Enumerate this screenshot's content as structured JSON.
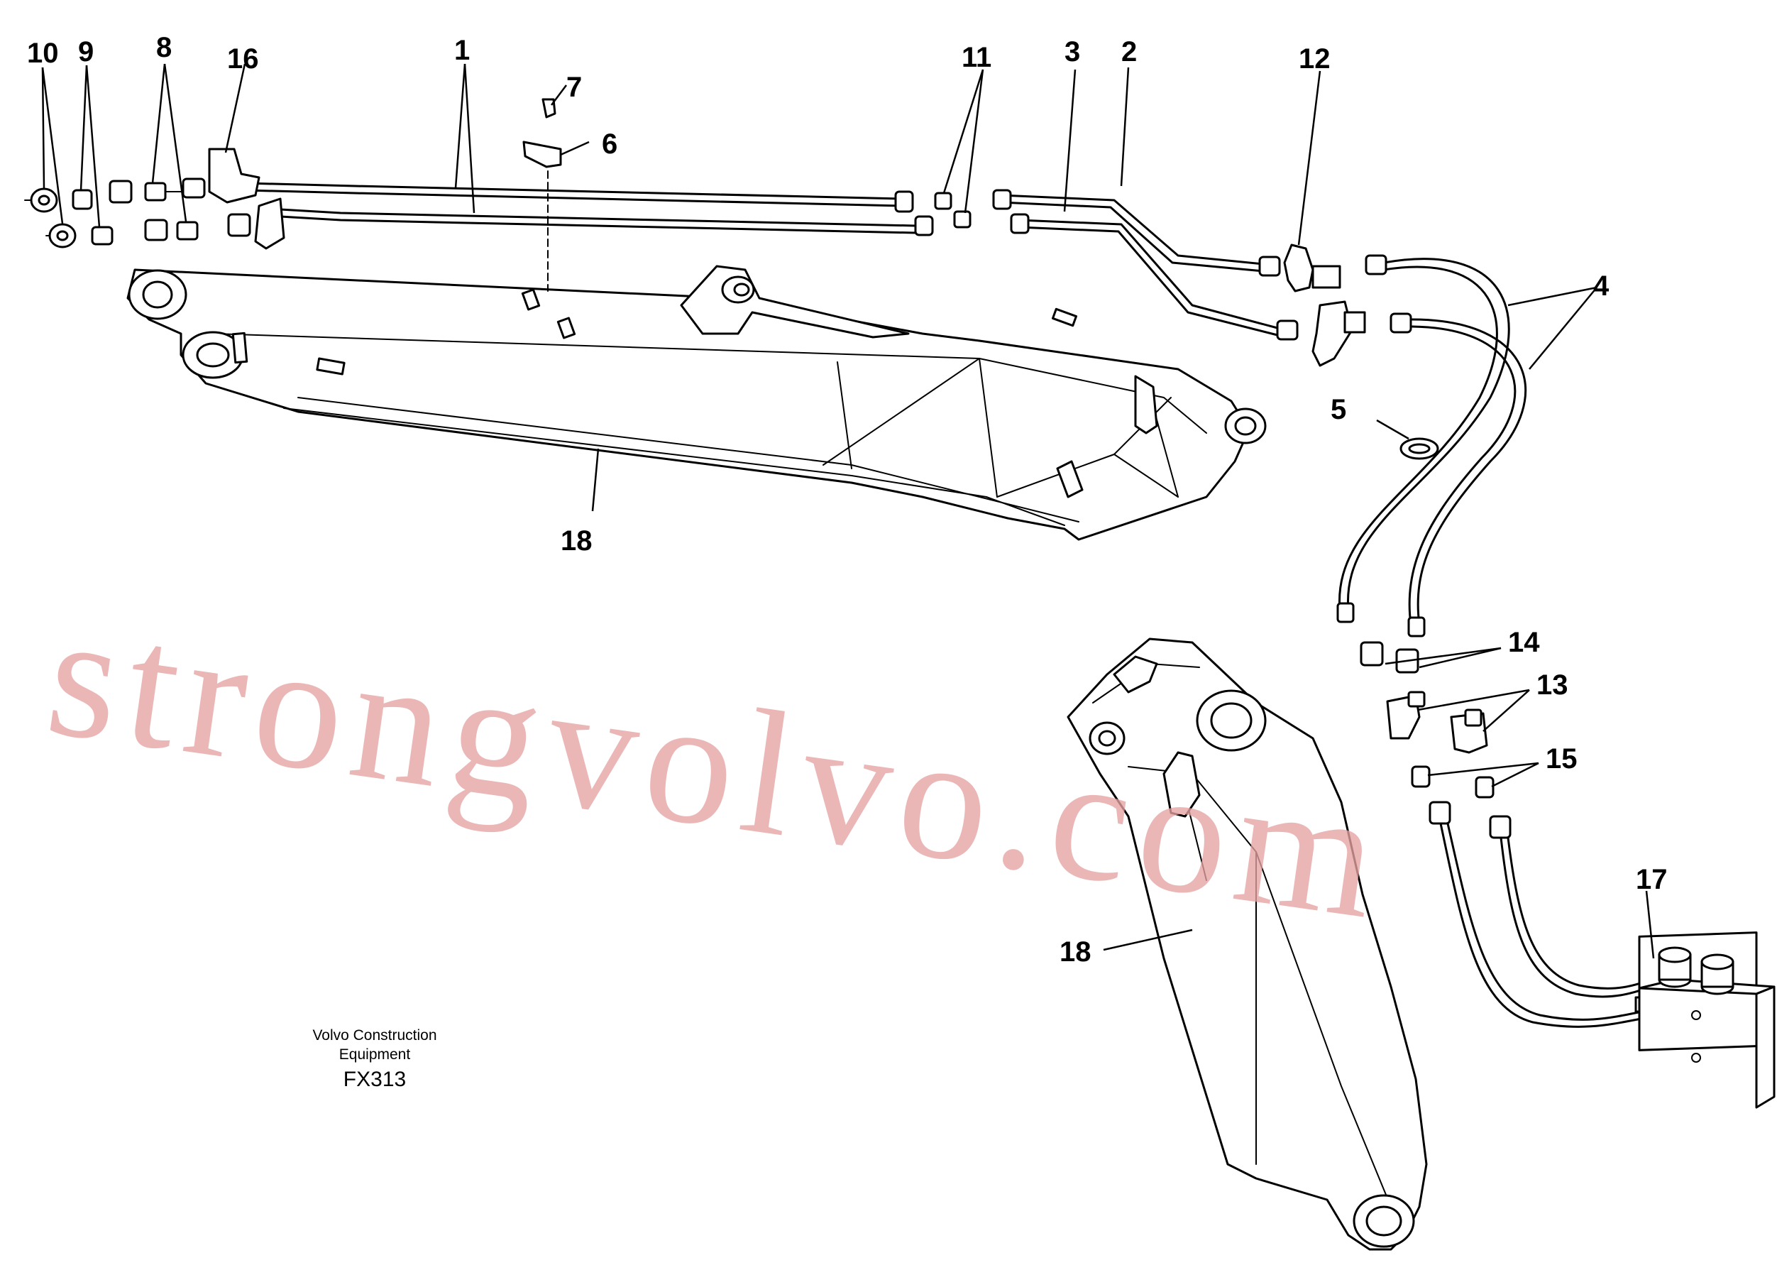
{
  "diagram": {
    "callouts": [
      {
        "id": "c10",
        "label": "10"
      },
      {
        "id": "c9",
        "label": "9"
      },
      {
        "id": "c8",
        "label": "8"
      },
      {
        "id": "c16",
        "label": "16"
      },
      {
        "id": "c1",
        "label": "1"
      },
      {
        "id": "c7",
        "label": "7"
      },
      {
        "id": "c6",
        "label": "6"
      },
      {
        "id": "c11",
        "label": "11"
      },
      {
        "id": "c3",
        "label": "3"
      },
      {
        "id": "c2",
        "label": "2"
      },
      {
        "id": "c12",
        "label": "12"
      },
      {
        "id": "c4",
        "label": "4"
      },
      {
        "id": "c5",
        "label": "5"
      },
      {
        "id": "c18a",
        "label": "18"
      },
      {
        "id": "c14",
        "label": "14"
      },
      {
        "id": "c13",
        "label": "13"
      },
      {
        "id": "c15",
        "label": "15"
      },
      {
        "id": "c17",
        "label": "17"
      },
      {
        "id": "c18b",
        "label": "18"
      }
    ],
    "credit_line1": "Volvo Construction",
    "credit_line2": "Equipment",
    "figure_code": "FX313",
    "watermark": "strongvolvo.com"
  },
  "colors": {
    "ink": "#000000",
    "background": "#ffffff",
    "watermark": "#e5a2a2"
  }
}
